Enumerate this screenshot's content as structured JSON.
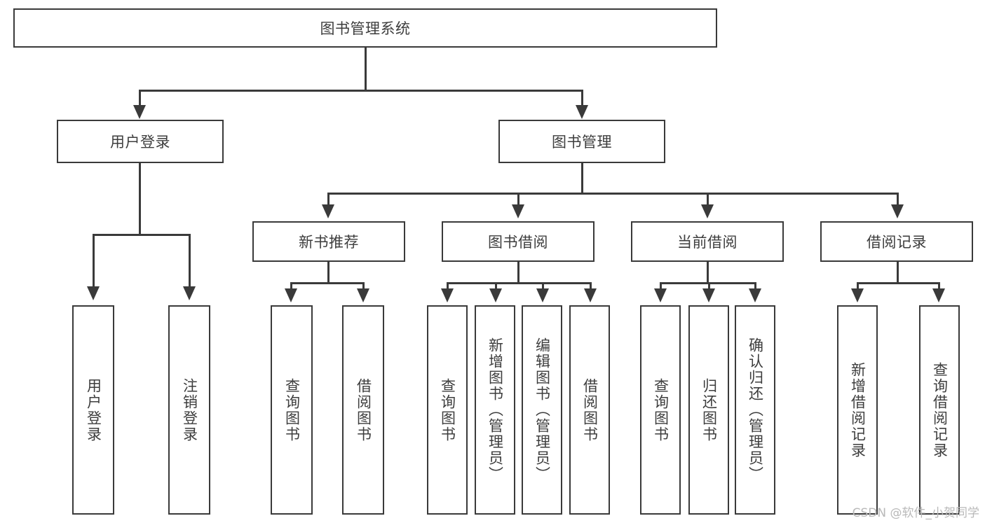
{
  "diagram": {
    "title": "图书管理系统",
    "type": "tree-hierarchy-diagram",
    "root": {
      "id": "root",
      "label": "图书管理系统"
    },
    "level2": [
      {
        "id": "user-login",
        "label": "用户登录"
      },
      {
        "id": "book-management",
        "label": "图书管理"
      }
    ],
    "level3": [
      {
        "id": "new-book-recommend",
        "label": "新书推荐",
        "parent": "book-management"
      },
      {
        "id": "book-borrow",
        "label": "图书借阅",
        "parent": "book-management"
      },
      {
        "id": "current-borrow",
        "label": "当前借阅",
        "parent": "book-management"
      },
      {
        "id": "borrow-record",
        "label": "借阅记录",
        "parent": "book-management"
      }
    ],
    "leaves": {
      "user_login": [
        {
          "id": "leaf-user-login",
          "label": "用户登录"
        },
        {
          "id": "leaf-logout",
          "label": "注销登录"
        }
      ],
      "new_book_recommend": [
        {
          "id": "leaf-query-book-1",
          "label": "查询图书"
        },
        {
          "id": "leaf-borrow-book-1",
          "label": "借阅图书"
        }
      ],
      "book_borrow": [
        {
          "id": "leaf-query-book-2",
          "label": "查询图书"
        },
        {
          "id": "leaf-add-book",
          "label": "新增图书（管理员）"
        },
        {
          "id": "leaf-edit-book",
          "label": "编辑图书（管理员）"
        },
        {
          "id": "leaf-borrow-book-2",
          "label": "借阅图书"
        }
      ],
      "current_borrow": [
        {
          "id": "leaf-query-book-3",
          "label": "查询图书"
        },
        {
          "id": "leaf-return-book",
          "label": "归还图书"
        },
        {
          "id": "leaf-confirm-return",
          "label": "确认归还（管理员）"
        }
      ],
      "borrow_record": [
        {
          "id": "leaf-add-record",
          "label": "新增借阅记录"
        },
        {
          "id": "leaf-query-record",
          "label": "查询借阅记录"
        }
      ]
    }
  },
  "watermark": {
    "text": "CSDN @软件_小贺同学"
  },
  "colors": {
    "stroke": "#3a3a3a",
    "text": "#3d3d3d",
    "background": "#ffffff",
    "watermark": "#b9b9b9"
  }
}
